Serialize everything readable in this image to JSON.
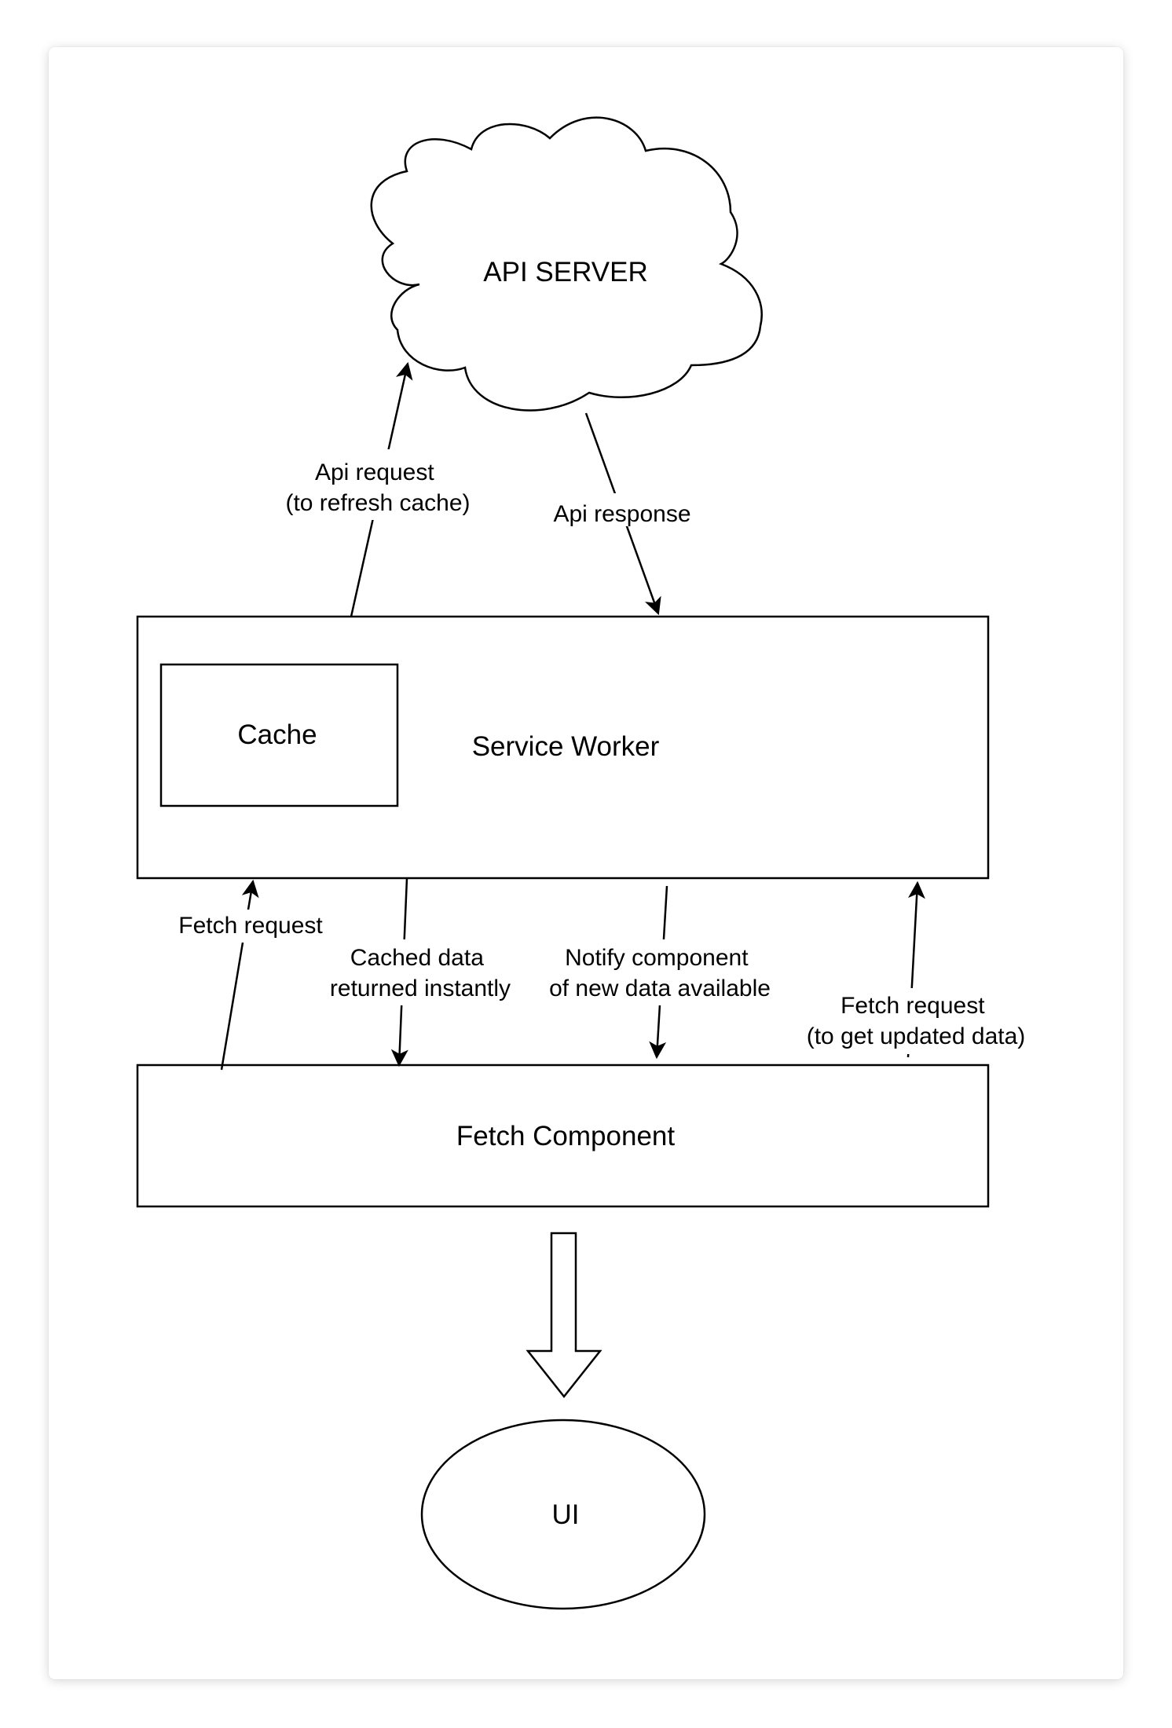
{
  "nodes": {
    "api_server": "API SERVER",
    "service_worker": "Service Worker",
    "cache": "Cache",
    "fetch_component": "Fetch Component",
    "ui": "UI"
  },
  "edges": {
    "api_request": [
      "Api request",
      "(to refresh cache)"
    ],
    "api_response": [
      "Api response"
    ],
    "fetch_request": [
      "Fetch request"
    ],
    "cached_data": [
      "Cached data",
      "returned instantly"
    ],
    "notify": [
      "Notify component",
      "of new data available"
    ],
    "fetch_updated": [
      "Fetch request",
      "(to get updated data)"
    ]
  }
}
